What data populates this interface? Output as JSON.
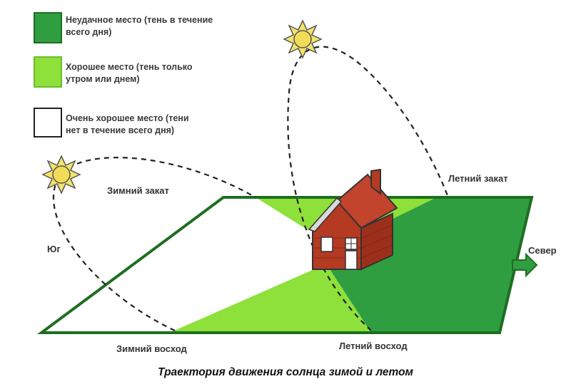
{
  "colors": {
    "bad_spot": "#2f9e40",
    "good_spot": "#8ee03a",
    "best_spot": "#ffffff",
    "outline": "#1e6e22",
    "brick": "#b43a22",
    "roof": "#c2442d",
    "sun": "#f4e36a"
  },
  "legend": [
    {
      "color_key": "bad_spot",
      "line1": "Неудачное место (тень в течение",
      "line2": "всего дня)"
    },
    {
      "color_key": "good_spot",
      "line1": "Хорошее место (тень только",
      "line2": "утром или днем)"
    },
    {
      "color_key": "best_spot",
      "line1": "Очень хорошее место (тени",
      "line2": "нет в течение всего дня)"
    }
  ],
  "labels": {
    "winter_sunset": "Зимний закат",
    "summer_sunset": "Летний закат",
    "south": "Юг",
    "north": "Север",
    "winter_sunrise": "Зимний восход",
    "summer_sunrise": "Летний восход"
  },
  "icons": {
    "sun_winter": "sun-icon",
    "sun_summer": "sun-icon",
    "house": "house-icon",
    "north_arrow": "arrow-right-icon"
  },
  "caption": "Траектория движения солнца зимой и летом"
}
